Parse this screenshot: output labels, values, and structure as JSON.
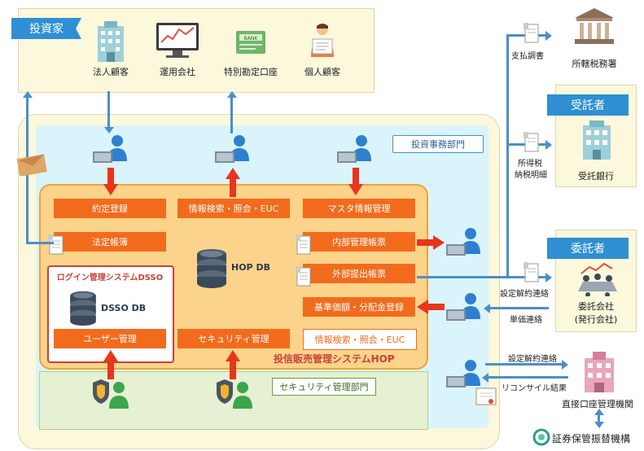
{
  "investors": {
    "tag": "投資家",
    "items": [
      {
        "label": "法人顧客",
        "icon": "office-building-icon"
      },
      {
        "label": "運用会社",
        "icon": "monitor-chart-icon"
      },
      {
        "label": "特別勘定口座",
        "icon": "bank-book-icon"
      },
      {
        "label": "個人顧客",
        "icon": "person-reading-icon"
      }
    ]
  },
  "right_side": {
    "tax_office": "所轄税務署",
    "payment_doc": "支払調書",
    "trustee_tag": "受託者",
    "income_tax_doc_1": "所得税",
    "income_tax_doc_2": "納税明細",
    "trust_bank": "受託銀行",
    "consignor_tag": "委託者",
    "consignor_company": "委託会社",
    "consignor_company_sub": "(発行会社)",
    "contract_notice": "設定解約連絡",
    "unit_price_notice": "単価連絡",
    "direct_contract_notice": "設定解約連絡",
    "reconcile_result": "リコンサイル結果",
    "direct_account_org": "直接口座管理機関",
    "depository": "証券保管振替機構"
  },
  "departments": {
    "investment_office": "投資事務部門",
    "security_office": "セキュリティ管理部門"
  },
  "system": {
    "title": "投信販売管理システムHOP",
    "db": "HOP DB",
    "dsso_title": "ログイン管理システムDSSO",
    "dsso_db": "DSSO DB",
    "modules": {
      "contract_registration": "約定登録",
      "info_search_top": "情報検索・照会・EUC",
      "master_mgmt": "マスタ情報管理",
      "legal_books": "法定帳簿",
      "internal_books": "内部管理帳票",
      "external_books": "外部提出帳票",
      "price_registration": "基準価額・分配金登録",
      "user_mgmt": "ユーザー管理",
      "security_mgmt": "セキュリティ管理",
      "info_search_bottom": "情報検索・照会・EUC"
    }
  },
  "colors": {
    "accent_orange": "#f26b1d",
    "accent_blue": "#2f8fd2",
    "panel_yellow": "#fbf8dc",
    "panel_cyan": "#d9f4fb",
    "panel_green": "#e6f1d3",
    "system_box": "#fcd38a",
    "arrow_red": "#e8351c"
  }
}
